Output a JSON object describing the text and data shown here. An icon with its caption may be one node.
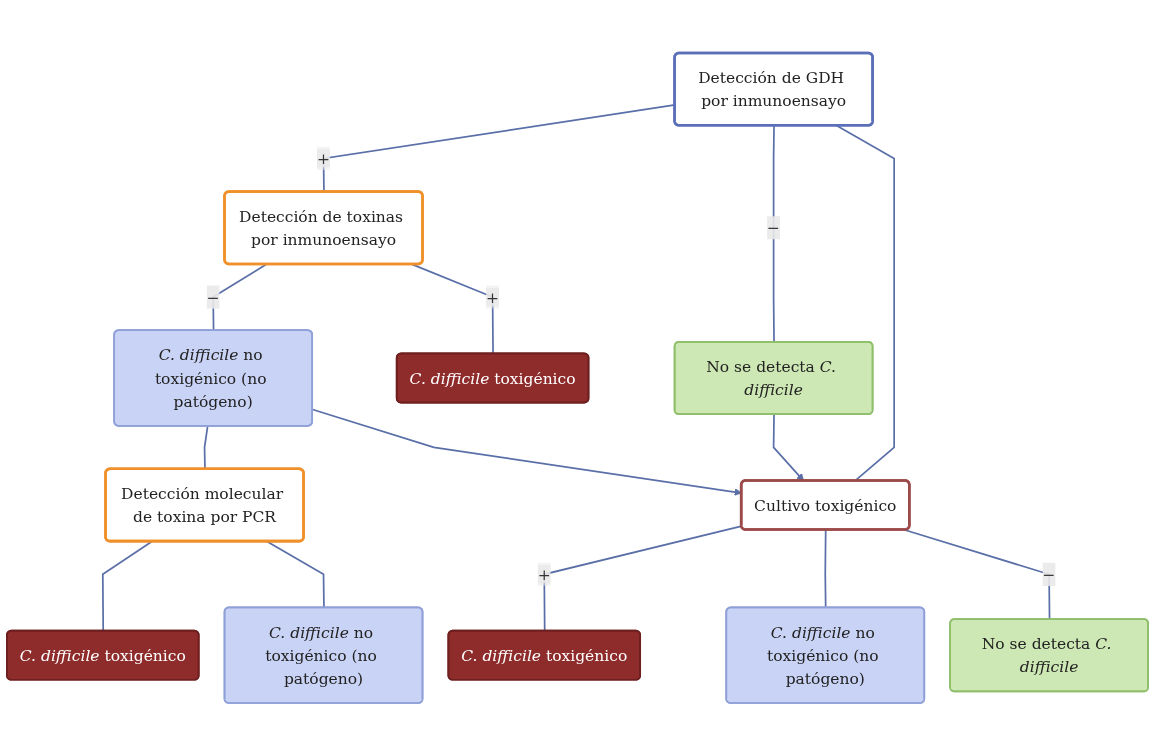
{
  "diagram": {
    "nodes": [
      {
        "text": [
          "Detección de GDH por inmunoensayo"
        ]
      },
      {
        "text": [
          "Detección de toxinas por inmunoensayo"
        ]
      },
      {
        "text": [
          "No se detecta *C. difficile*"
        ]
      },
      {
        "text": [
          "*C. difficile* toxigénico"
        ]
      },
      {
        "text": [
          "*C. difficile* no toxigénico (no patógeno)"
        ]
      },
      {
        "text": [
          "Cultivo toxigénico"
        ]
      },
      {
        "text": [
          "Detección molecular de toxina por PCR"
        ]
      },
      {
        "text": [
          "*C. difficile* toxigénico"
        ]
      },
      {
        "text": [
          "*C. difficile* no toxigénico (no patógeno)"
        ]
      },
      {
        "text": [
          "*C. difficile* toxigénico"
        ]
      },
      {
        "text": [
          "*C. difficile* no toxigénico (no patógeno)"
        ]
      },
      {
        "text": [
          "No se detecta *C. difficile*"
        ]
      }
    ],
    "edges": [
      {
        "from": 0,
        "to": 1,
        "arrow": "none",
        "label": "+"
      },
      {
        "from": 0,
        "to": 5,
        "arrow": "none"
      },
      {
        "from": 0,
        "to": 2,
        "arrow": "none",
        "label": "−"
      },
      {
        "from": 1,
        "to": 3,
        "arrow": "none",
        "label": "+"
      },
      {
        "from": 1,
        "to": 4,
        "arrow": "none",
        "label": "−"
      },
      {
        "from": 2,
        "to": 5,
        "arrow": "to"
      },
      {
        "from": 4,
        "to": 5,
        "arrow": "to"
      },
      {
        "from": 4,
        "to": 6,
        "arrow": "none"
      },
      {
        "from": 6,
        "to": 7,
        "arrow": "none"
      },
      {
        "from": 6,
        "to": 8,
        "arrow": "none"
      },
      {
        "from": 5,
        "to": 9,
        "arrow": "none",
        "label": "+"
      },
      {
        "from": 5,
        "to": 10,
        "arrow": "none"
      },
      {
        "from": 5,
        "to": 11,
        "arrow": "none",
        "label": "−"
      }
    ]
  }
}
